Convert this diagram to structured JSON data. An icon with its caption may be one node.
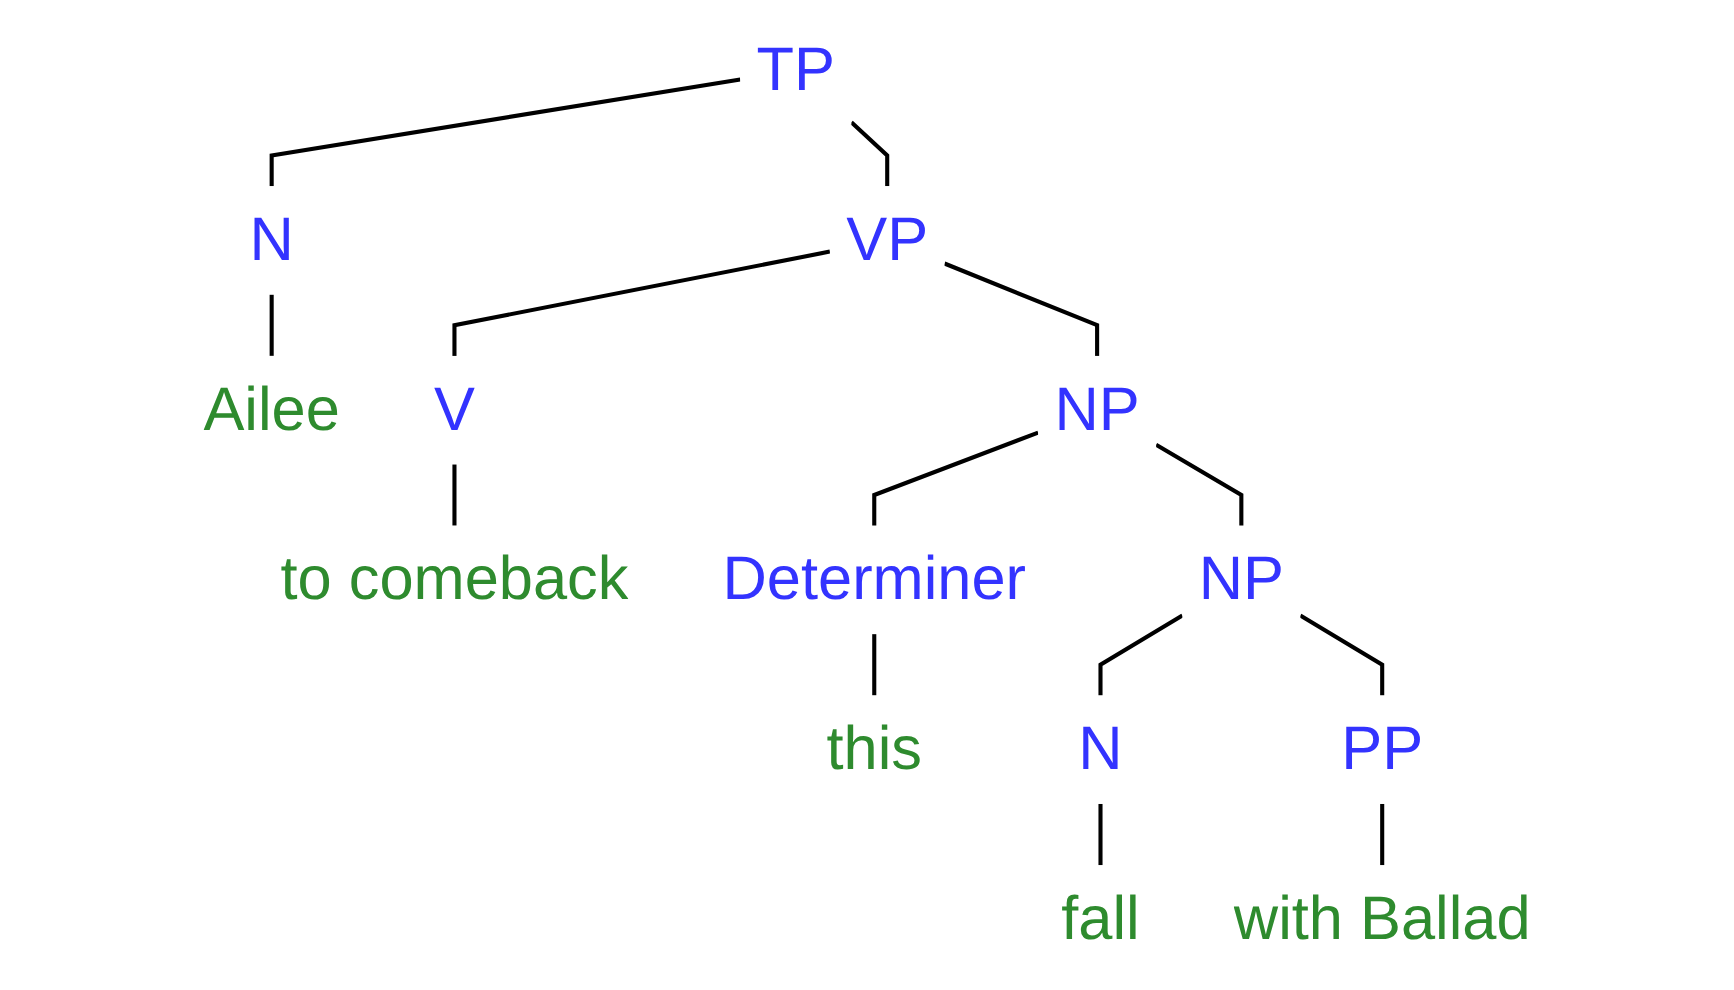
{
  "diagram": {
    "nodes": [
      {
        "text": [
          "TP"
        ]
      },
      {
        "text": [
          "N"
        ]
      },
      {
        "text": [
          "VP"
        ]
      },
      {
        "text": [
          "Ailee"
        ]
      },
      {
        "text": [
          "V"
        ]
      },
      {
        "text": [
          "NP"
        ]
      },
      {
        "text": [
          "to comeback"
        ]
      },
      {
        "text": [
          "Determiner"
        ]
      },
      {
        "text": [
          "NP"
        ]
      },
      {
        "text": [
          "this"
        ]
      },
      {
        "text": [
          "N"
        ]
      },
      {
        "text": [
          "PP"
        ]
      },
      {
        "text": [
          "fall"
        ]
      },
      {
        "text": [
          "with Ballad"
        ]
      }
    ],
    "edges": [
      {
        "from": 0,
        "to": 1,
        "arrow": "none"
      },
      {
        "from": 0,
        "to": 2,
        "arrow": "none"
      },
      {
        "from": 1,
        "to": 3,
        "arrow": "none"
      },
      {
        "from": 2,
        "to": 4,
        "arrow": "none"
      },
      {
        "from": 2,
        "to": 5,
        "arrow": "none"
      },
      {
        "from": 4,
        "to": 6,
        "arrow": "none"
      },
      {
        "from": 5,
        "to": 7,
        "arrow": "none"
      },
      {
        "from": 5,
        "to": 8,
        "arrow": "none"
      },
      {
        "from": 7,
        "to": 9,
        "arrow": "none"
      },
      {
        "from": 8,
        "to": 10,
        "arrow": "none"
      },
      {
        "from": 8,
        "to": 11,
        "arrow": "none"
      },
      {
        "from": 10,
        "to": 12,
        "arrow": "none"
      },
      {
        "from": 11,
        "to": 13,
        "arrow": "none"
      }
    ]
  }
}
